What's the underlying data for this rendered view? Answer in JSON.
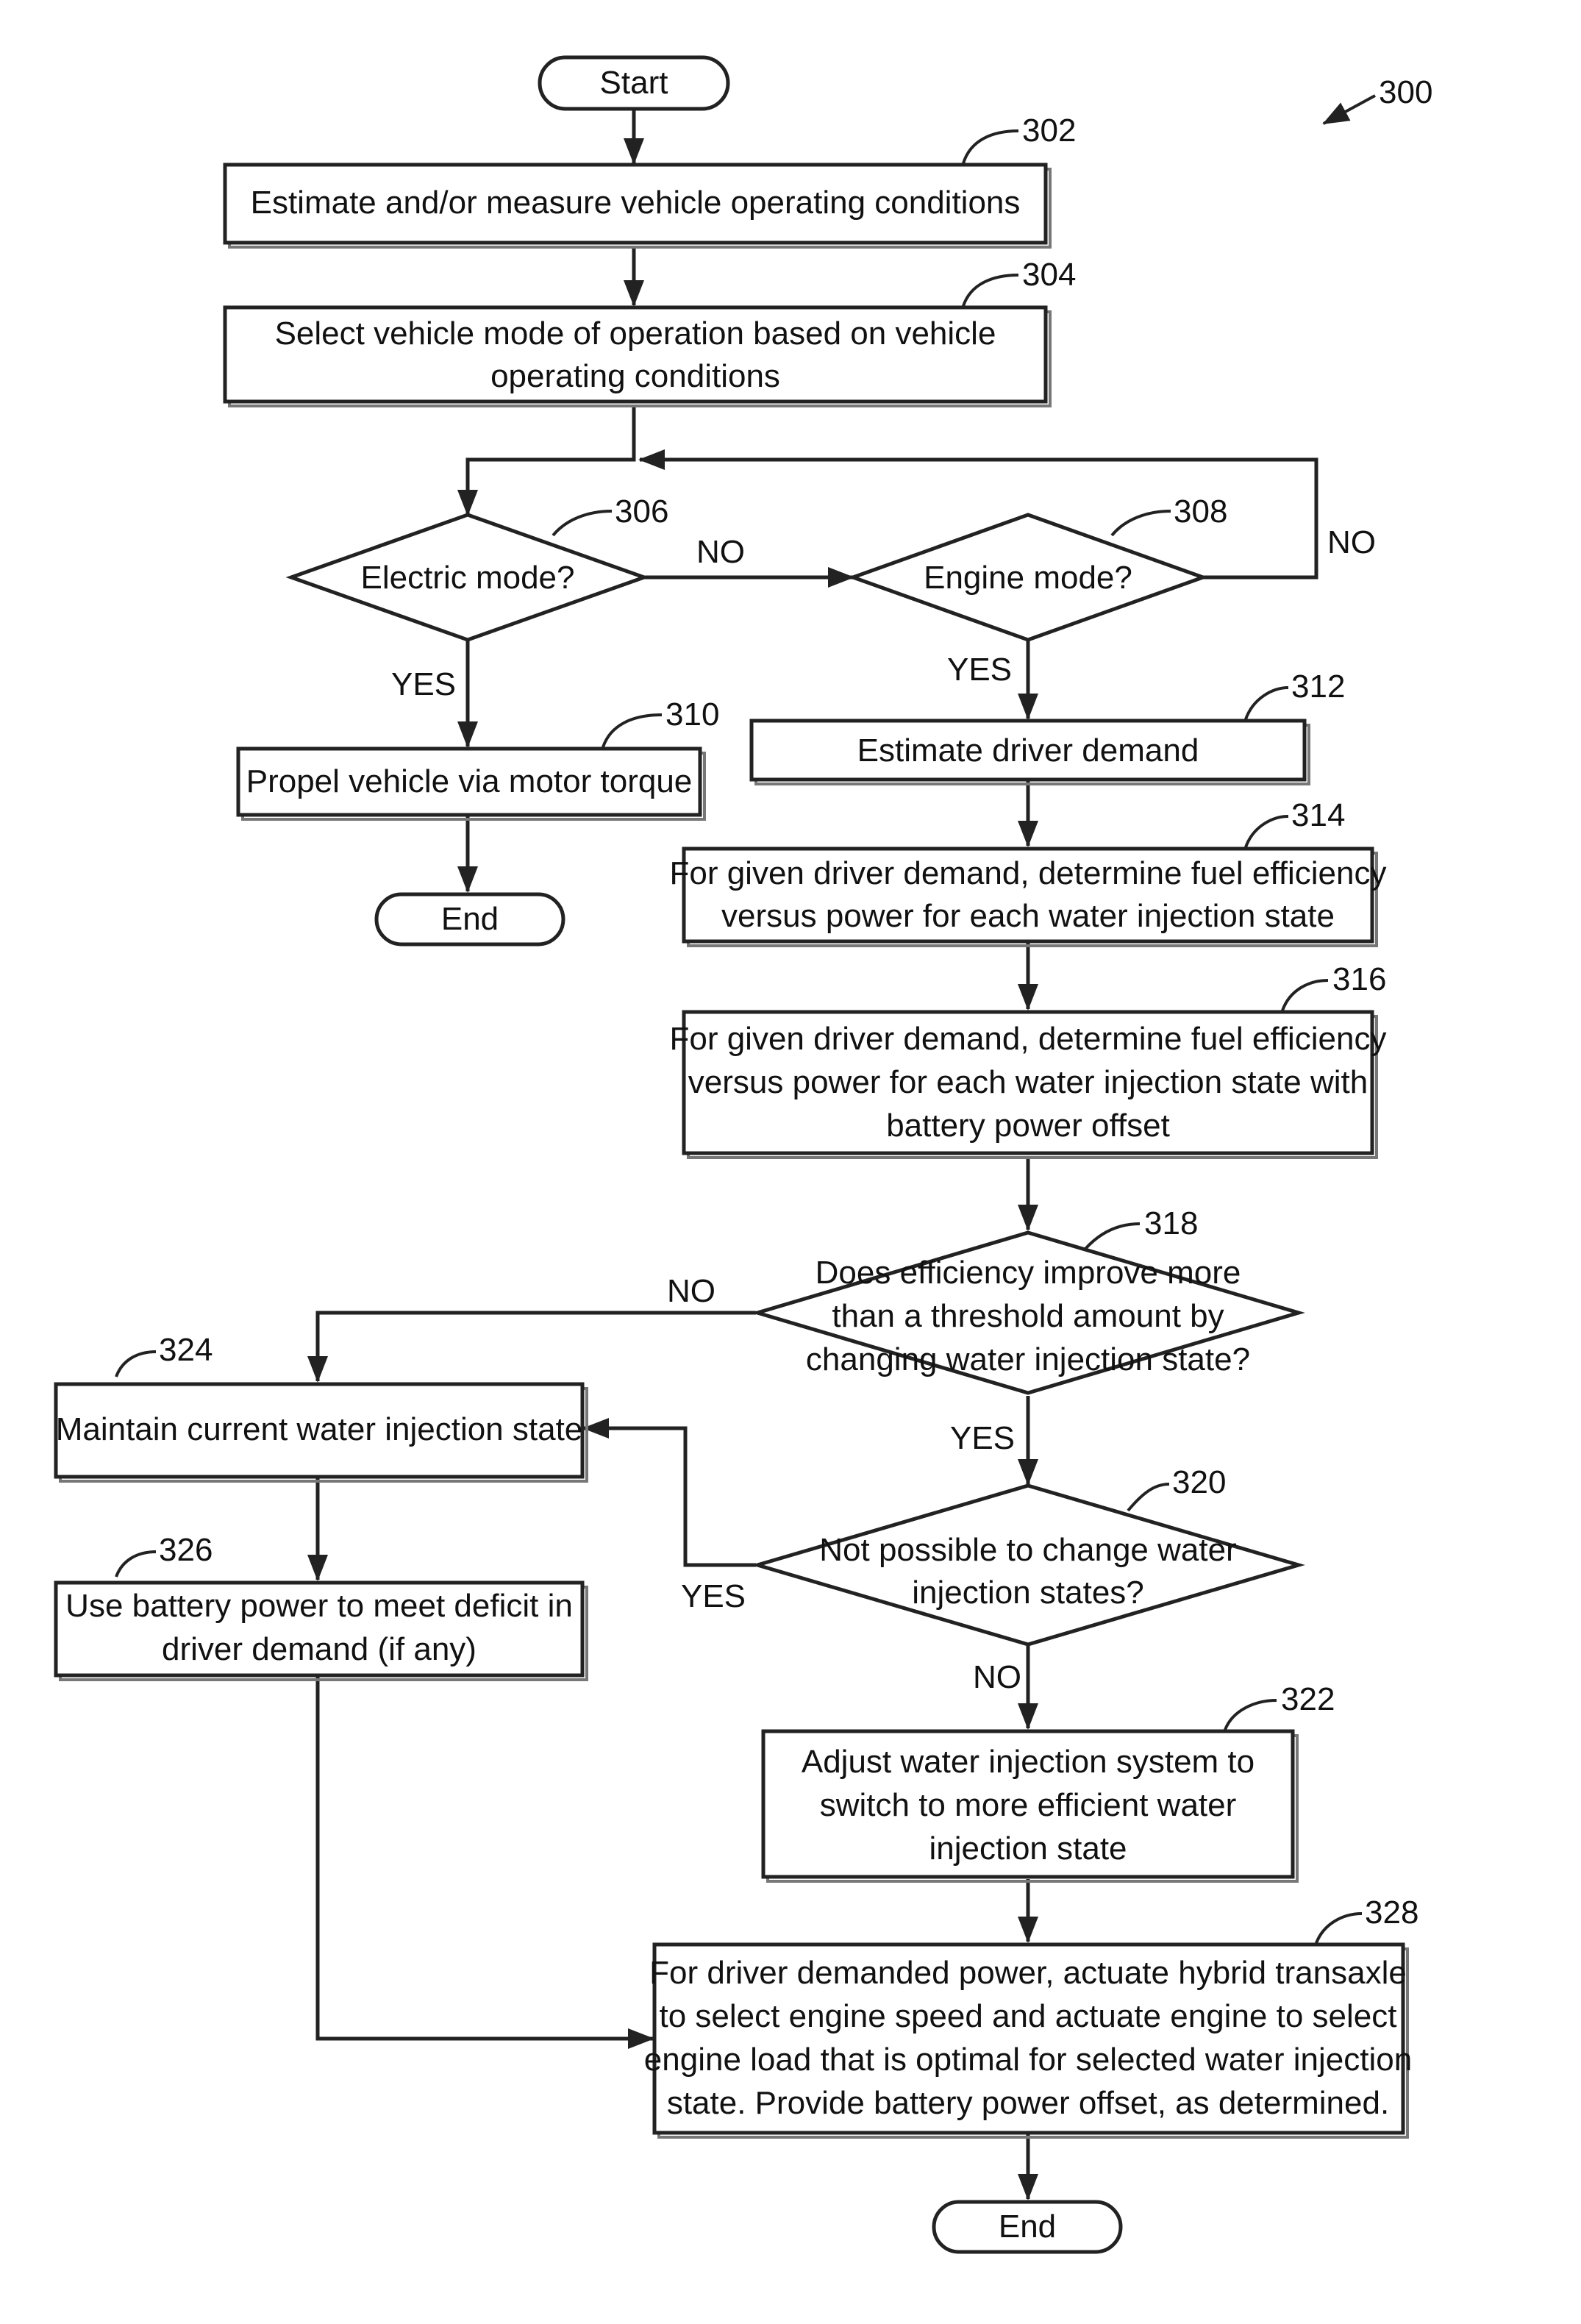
{
  "figure_ref": "300",
  "nodes": {
    "start": {
      "text": "Start"
    },
    "n302": {
      "ref": "302",
      "lines": [
        "Estimate and/or measure vehicle operating conditions"
      ]
    },
    "n304": {
      "ref": "304",
      "lines": [
        "Select vehicle mode of operation based on vehicle",
        "operating conditions"
      ]
    },
    "n306": {
      "ref": "306",
      "lines": [
        "Electric mode?"
      ]
    },
    "n308": {
      "ref": "308",
      "lines": [
        "Engine mode?"
      ]
    },
    "n310": {
      "ref": "310",
      "lines": [
        "Propel vehicle via motor torque"
      ]
    },
    "end1": {
      "text": "End"
    },
    "n312": {
      "ref": "312",
      "lines": [
        "Estimate driver demand"
      ]
    },
    "n314": {
      "ref": "314",
      "lines": [
        "For given driver demand, determine fuel efficiency",
        "versus power for each water injection state"
      ]
    },
    "n316": {
      "ref": "316",
      "lines": [
        "For given driver demand, determine fuel efficiency",
        "versus power for each water injection state with",
        "battery power offset"
      ]
    },
    "n318": {
      "ref": "318",
      "lines": [
        "Does efficiency improve more",
        "than a threshold amount by",
        "changing water injection state?"
      ]
    },
    "n320": {
      "ref": "320",
      "lines": [
        "Not possible to change water",
        "injection states?"
      ]
    },
    "n322": {
      "ref": "322",
      "lines": [
        "Adjust water injection system to",
        "switch to more efficient water",
        "injection state"
      ]
    },
    "n324": {
      "ref": "324",
      "lines": [
        "Maintain current water injection state"
      ]
    },
    "n326": {
      "ref": "326",
      "lines": [
        "Use battery power to meet deficit in",
        "driver demand (if any)"
      ]
    },
    "n328": {
      "ref": "328",
      "lines": [
        "For driver demanded power, actuate hybrid transaxle",
        "to select engine speed and actuate engine to select",
        "engine load that is optimal for selected water injection",
        "state. Provide battery power offset, as determined."
      ]
    },
    "end2": {
      "text": "End"
    }
  },
  "edge_labels": {
    "e306_no": "NO",
    "e306_yes": "YES",
    "e308_no": "NO",
    "e308_yes": "YES",
    "e318_no": "NO",
    "e318_yes": "YES",
    "e320_yes": "YES",
    "e320_no": "NO"
  }
}
